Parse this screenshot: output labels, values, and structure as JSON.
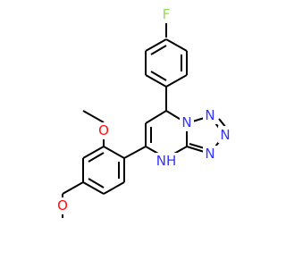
{
  "molecule": {
    "atoms": {
      "fluorine": {
        "label": "F",
        "color": "#90e050"
      },
      "nitrogen_ring_1": {
        "label": "N",
        "color": "#3333ff"
      },
      "nitrogen_ring_2": {
        "label": "N",
        "color": "#3333ff"
      },
      "nitrogen_ring_3": {
        "label": "N",
        "color": "#3333ff"
      },
      "nitrogen_ring_4": {
        "label": "N",
        "color": "#3333ff"
      },
      "amine_nh": {
        "label": "NH",
        "color": "#3333ff"
      },
      "oxygen_methoxy_1": {
        "label": "O",
        "color": "#ff0d0d"
      },
      "oxygen_methoxy_2": {
        "label": "O",
        "color": "#ff0d0d"
      }
    },
    "bond_color": "#000000"
  }
}
